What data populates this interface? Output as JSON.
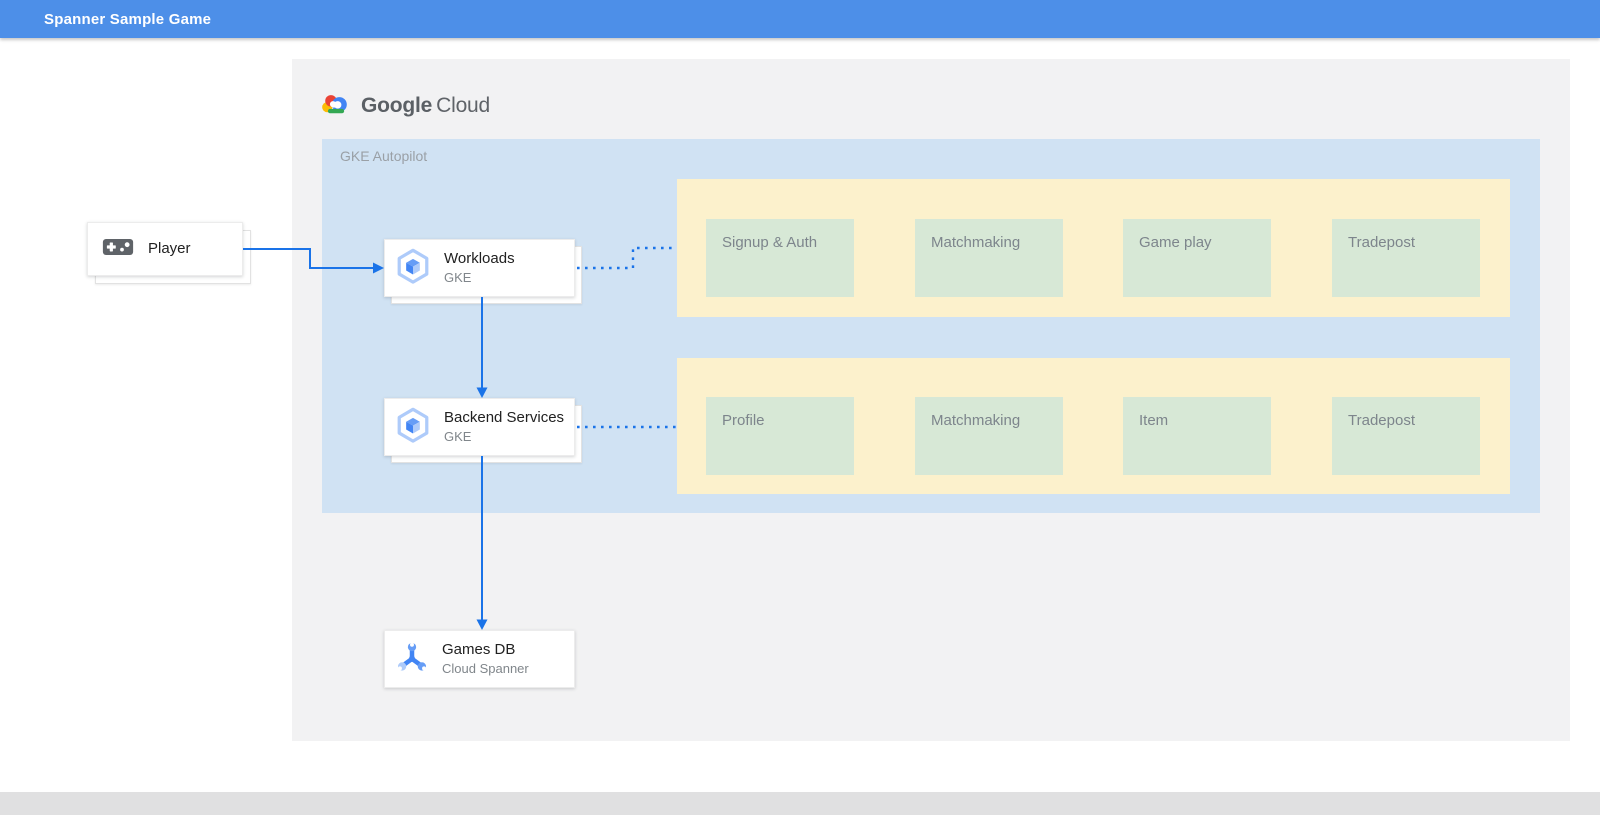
{
  "header": {
    "title": "Spanner Sample Game"
  },
  "brand": {
    "google": "Google",
    "cloud": "Cloud"
  },
  "gke_panel": {
    "label": "GKE Autopilot"
  },
  "nodes": {
    "player": {
      "label": "Player"
    },
    "workloads": {
      "title": "Workloads",
      "subtitle": "GKE"
    },
    "backend": {
      "title": "Backend Services",
      "subtitle": "GKE"
    },
    "games_db": {
      "title": "Games DB",
      "subtitle": "Cloud Spanner"
    }
  },
  "services": {
    "row1": [
      "Signup & Auth",
      "Matchmaking",
      "Game play",
      "Tradepost"
    ],
    "row2": [
      "Profile",
      "Matchmaking",
      "Item",
      "Tradepost"
    ]
  },
  "icons": {
    "logo": "google-cloud-icon",
    "player": "gamepad-icon",
    "workloads": "gke-icon",
    "backend": "gke-icon",
    "games_db": "cloud-spanner-icon"
  },
  "colors": {
    "header_bg": "#4d8fe8",
    "connector_blue": "#1a73e8",
    "diagram_panel_bg": "#f2f2f3",
    "gke_panel_bg": "#d0e2f3",
    "service_group_bg": "#fcf1cc",
    "service_box_bg": "#d7e8d6",
    "bottom_bar_bg": "#e0e0e1",
    "label_gray": "#7d858c"
  }
}
